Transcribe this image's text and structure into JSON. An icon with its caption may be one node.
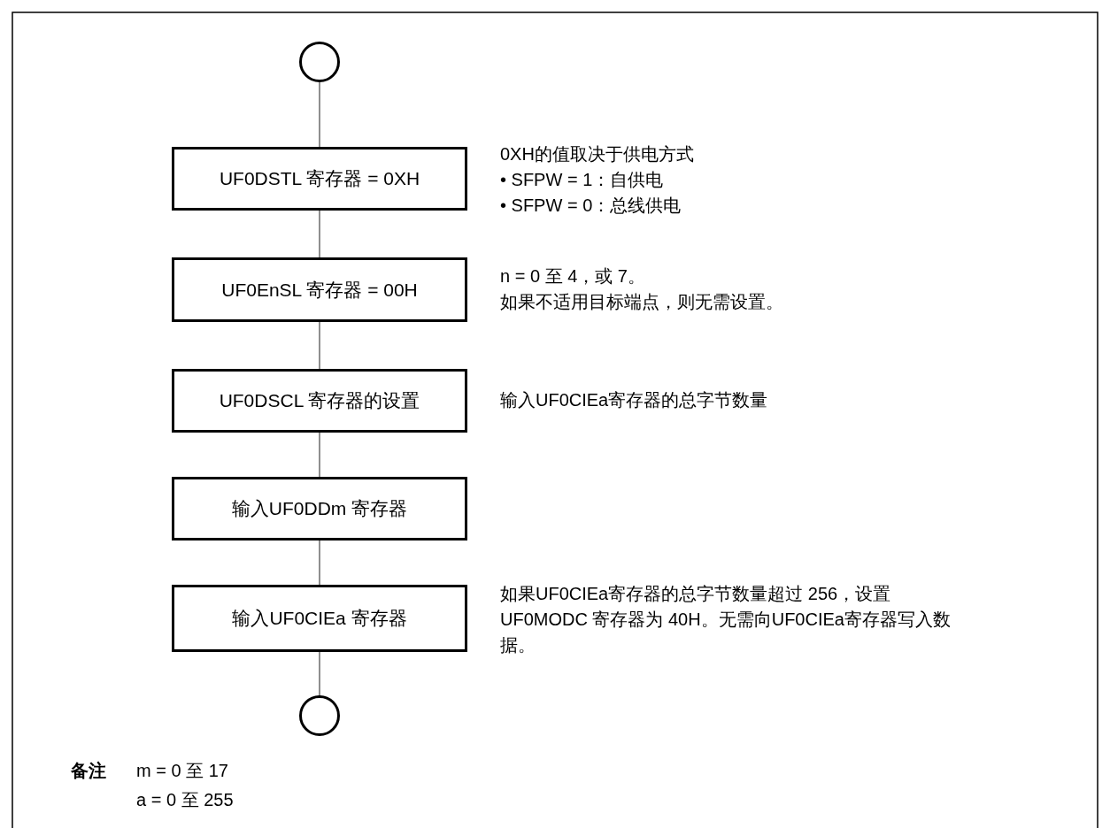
{
  "diagram": {
    "nodes": [
      {
        "text": [],
        "shape": "circle"
      },
      {
        "text": [
          "UF0DSTL 寄存器 = 0XH"
        ],
        "beside": [
          "0XH的值取决于供电方式",
          "• SFPW = 1：自供电",
          "• SFPW = 0：总线供电"
        ]
      },
      {
        "text": [
          "UF0EnSL 寄存器 = 00H"
        ],
        "beside": [
          "n = 0 至 4，或 7。",
          "如果不适用目标端点，则无需设置。"
        ]
      },
      {
        "text": [
          "UF0DSCL 寄存器的设置"
        ],
        "beside": [
          "输入UF0CIEa寄存器的总字节数量"
        ]
      },
      {
        "text": [
          "输入UF0DDm 寄存器"
        ]
      },
      {
        "text": [
          "输入UF0CIEa 寄存器"
        ],
        "beside": [
          "如果UF0CIEa寄存器的总字节数量超过 256，设置UF0MODC 寄存器为 40H。无需向UF0CIEa寄存器写入数据。"
        ]
      },
      {
        "text": [],
        "shape": "circle"
      }
    ],
    "edges": [
      {
        "from": 0,
        "to": 1,
        "arrow": "none"
      },
      {
        "from": 1,
        "to": 2,
        "arrow": "none"
      },
      {
        "from": 2,
        "to": 3,
        "arrow": "none"
      },
      {
        "from": 3,
        "to": 4,
        "arrow": "none"
      },
      {
        "from": 4,
        "to": 5,
        "arrow": "none"
      },
      {
        "from": 5,
        "to": 6,
        "arrow": "none"
      }
    ],
    "labels": [
      "备注",
      "m = 0 至 17",
      "a = 0 至 255"
    ]
  }
}
